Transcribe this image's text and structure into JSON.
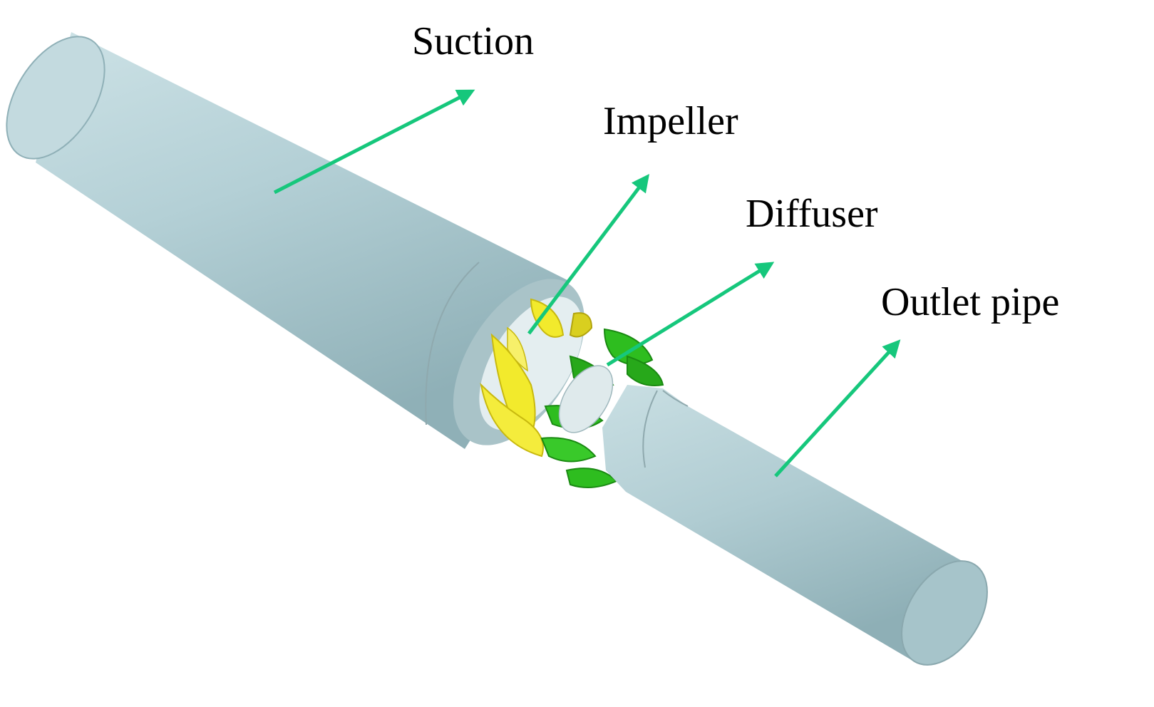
{
  "labels": {
    "suction": "Suction",
    "impeller": "Impeller",
    "diffuser": "Diffuser",
    "outlet_pipe": "Outlet pipe"
  },
  "colors": {
    "pipe_body": "#b2cfd5",
    "pipe_shadow": "#8fb0b7",
    "pipe_end": "#a6c4ca",
    "impeller": "#f2ea2c",
    "diffuser": "#2ebd1f",
    "arrow": "#16c77c"
  }
}
